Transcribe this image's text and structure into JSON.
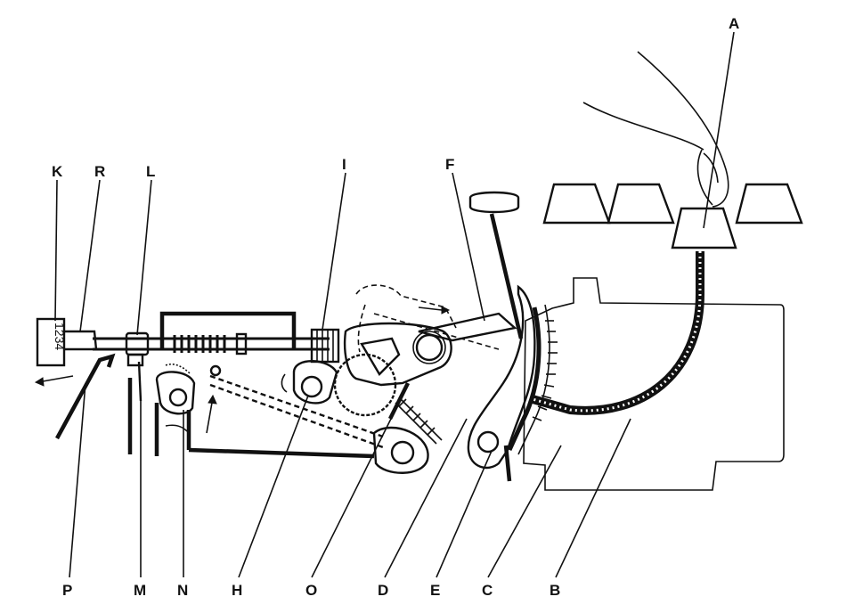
{
  "diagram": {
    "labels": [
      "K",
      "R",
      "L",
      "I",
      "F",
      "A",
      "P",
      "M",
      "N",
      "H",
      "O",
      "D",
      "E",
      "C",
      "B"
    ],
    "counter_text": "1234"
  }
}
